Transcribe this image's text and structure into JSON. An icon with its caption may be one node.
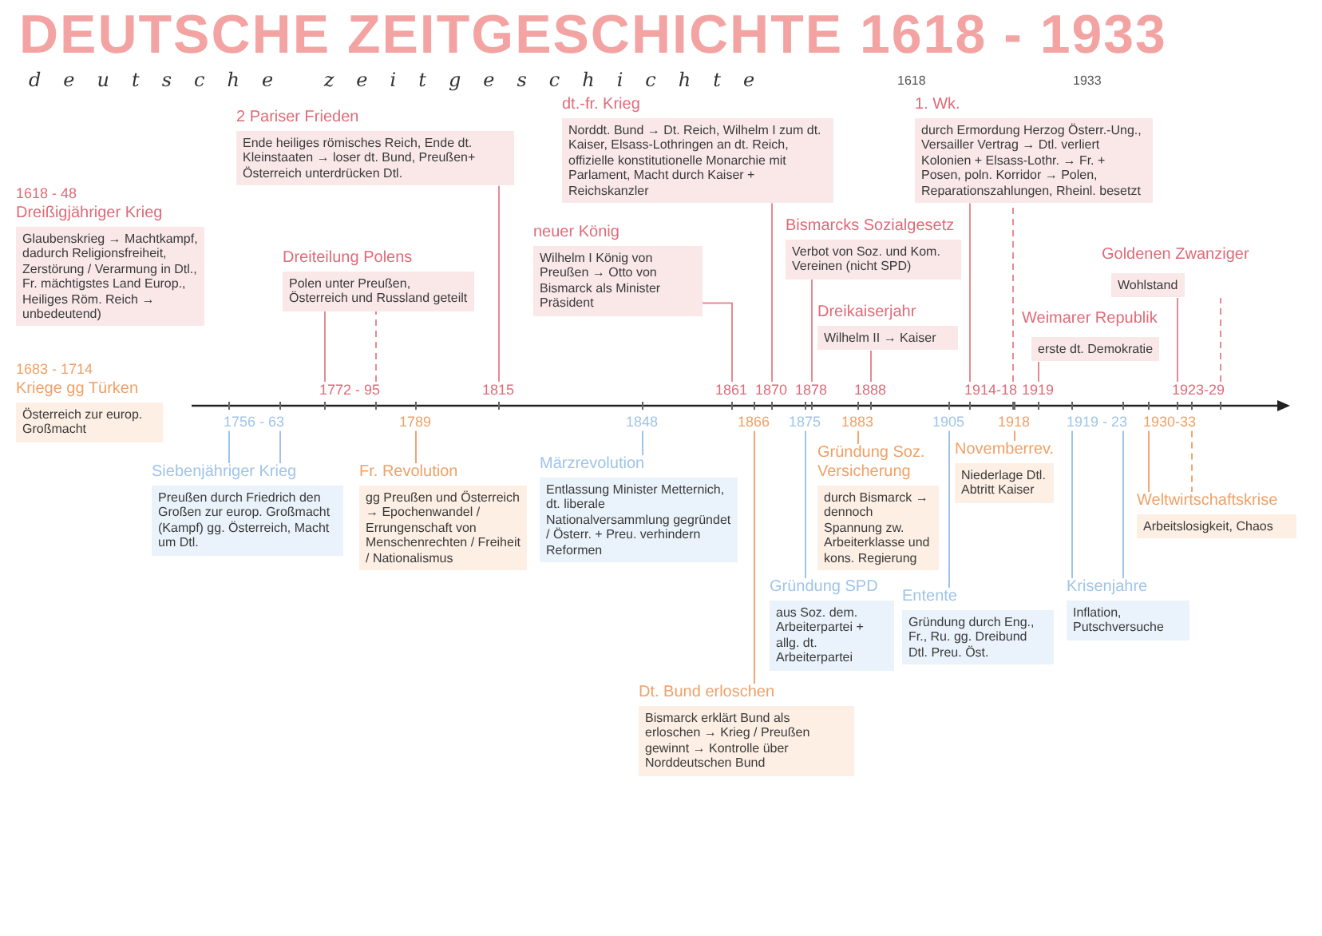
{
  "diagram": {
    "title": "DEUTSCHE ZEITGESCHICHTE 1618 - 1933",
    "nodes": [
      {
        "text": [
          "1618 - 48",
          "Dreißigjähriger Krieg",
          "Glaubenskrieg → Machtkampf, dadurch Religionsfreiheit, Zerstörung / Verarmung in Dtl., Fr. mächtigstes Land Europ., Heiliges Röm. Reich → unbedeutend)"
        ]
      },
      {
        "text": [
          "2 Pariser Frieden",
          "Ende heiliges römisches Reich, Ende dt. Kleinstaaten → loser dt. Bund, Preußen+ Österreich unterdrücken Dtl."
        ]
      },
      {
        "text": [
          "Dreiteilung Polens",
          "Polen unter Preußen, Österreich und Russland geteilt"
        ]
      },
      {
        "text": [
          "1683 - 1714",
          "Kriege gg Türken",
          "Österreich zur europ. Großmacht"
        ]
      },
      {
        "text": [
          "dt.-fr. Krieg",
          "Norddt. Bund → Dt. Reich, Wilhelm I zum dt. Kaiser, Elsass-Lothringen an dt. Reich, offizielle konstitutionelle Monarchie mit Parlament, Macht durch Kaiser + Reichskanzler"
        ]
      },
      {
        "text": [
          "neuer König",
          "Wilhelm I König von Preußen → Otto von Bismarck als Minister Präsident"
        ]
      },
      {
        "text": [
          "Bismarcks Sozialgesetz",
          "Verbot von Soz. und Kom. Vereinen (nicht SPD)"
        ]
      },
      {
        "text": [
          "Dreikaiserjahr",
          "Wilhelm II → Kaiser"
        ]
      },
      {
        "text": [
          "1. Wk.",
          "durch Ermordung Herzog Österr.-Ung., Versailler Vertrag → Dtl. verliert Kolonien + Elsass-Lothr. → Fr. + Posen, poln. Korridor → Polen, Reparationszahlungen, Rheinl. besetzt"
        ]
      },
      {
        "text": [
          "Goldenen Zwanziger",
          "Wohlstand"
        ]
      },
      {
        "text": [
          "Weimarer Republik",
          "erste dt. Demokratie"
        ]
      },
      {
        "text": [
          "1772 - 95"
        ]
      },
      {
        "text": [
          "1815"
        ]
      },
      {
        "text": [
          "1861"
        ]
      },
      {
        "text": [
          "1870"
        ]
      },
      {
        "text": [
          "1878"
        ]
      },
      {
        "text": [
          "1888"
        ]
      },
      {
        "text": [
          "1914-18"
        ]
      },
      {
        "text": [
          "1919"
        ]
      },
      {
        "text": [
          "1923-29"
        ]
      },
      {
        "text": [
          "1756 - 63"
        ]
      },
      {
        "text": [
          "1789"
        ]
      },
      {
        "text": [
          "1848"
        ]
      },
      {
        "text": [
          "1866"
        ]
      },
      {
        "text": [
          "1875"
        ]
      },
      {
        "text": [
          "1883"
        ]
      },
      {
        "text": [
          "1905"
        ]
      },
      {
        "text": [
          "1918"
        ]
      },
      {
        "text": [
          "1919 - 23"
        ]
      },
      {
        "text": [
          "1930-33"
        ]
      },
      {
        "text": [
          "Siebenjähriger Krieg",
          "Preußen durch Friedrich den Großen zur europ. Großmacht (Kampf) gg. Österreich, Macht um Dtl."
        ]
      },
      {
        "text": [
          "Fr. Revolution",
          "gg Preußen und Österreich → Epochenwandel / Errungenschaft von Menschenrechten / Freiheit / Nationalismus"
        ]
      },
      {
        "text": [
          "Märzrevolution",
          "Entlassung Minister Metternich, dt. liberale Nationalversammlung gegründet / Österr. + Preu. verhindern Reformen"
        ]
      },
      {
        "text": [
          "Gründung SPD",
          "aus Soz. dem. Arbeiterpartei + allg. dt. Arbeiterpartei"
        ]
      },
      {
        "text": [
          "Dt. Bund erloschen",
          "Bismarck erklärt Bund als erloschen → Krieg / Preußen gewinnt → Kontrolle über Norddeutschen Bund"
        ]
      },
      {
        "text": [
          "Gründung Soz. Versicherung",
          "durch Bismarck → dennoch Spannung zw. Arbeiterklasse und kons. Regierung"
        ]
      },
      {
        "text": [
          "Entente",
          "Gründung durch Eng., Fr., Ru. gg. Dreibund Dtl. Preu. Öst."
        ]
      },
      {
        "text": [
          "Novemberrev.",
          "Niederlage Dtl. Abtritt Kaiser"
        ]
      },
      {
        "text": [
          "Krisenjahre",
          "Inflation, Putschversuche"
        ]
      },
      {
        "text": [
          "Weltwirtschaftskrise",
          "Arbeitslosigkeit, Chaos"
        ]
      }
    ],
    "edges": [
      {
        "from": 11,
        "to": 2,
        "arrow": "none"
      },
      {
        "from": 11,
        "to": 2,
        "arrow": "none",
        "style": "dashed"
      },
      {
        "from": 12,
        "to": 1,
        "arrow": "none"
      },
      {
        "from": 13,
        "to": 5,
        "arrow": "none"
      },
      {
        "from": 14,
        "to": 4,
        "arrow": "none"
      },
      {
        "from": 15,
        "to": 6,
        "arrow": "none"
      },
      {
        "from": 16,
        "to": 7,
        "arrow": "none"
      },
      {
        "from": 17,
        "to": 8,
        "arrow": "none"
      },
      {
        "from": 17,
        "to": 8,
        "arrow": "none",
        "style": "dashed"
      },
      {
        "from": 18,
        "to": 10,
        "arrow": "none"
      },
      {
        "from": 19,
        "to": 9,
        "arrow": "none"
      },
      {
        "from": 19,
        "to": 9,
        "arrow": "none",
        "style": "dashed"
      },
      {
        "from": 20,
        "to": 30,
        "arrow": "none",
        "color": "#9fc4e8"
      },
      {
        "from": 20,
        "to": 30,
        "arrow": "none",
        "color": "#9fc4e8"
      },
      {
        "from": 21,
        "to": 31,
        "arrow": "none",
        "color": "#f2a56e"
      },
      {
        "from": 22,
        "to": 32,
        "arrow": "none",
        "color": "#9fc4e8"
      },
      {
        "from": 23,
        "to": 34,
        "arrow": "none",
        "color": "#f2a56e"
      },
      {
        "from": 24,
        "to": 33,
        "arrow": "none",
        "color": "#9fc4e8"
      },
      {
        "from": 25,
        "to": 35,
        "arrow": "none",
        "color": "#f2a56e"
      },
      {
        "from": 26,
        "to": 36,
        "arrow": "none",
        "color": "#9fc4e8"
      },
      {
        "from": 27,
        "to": 37,
        "arrow": "none",
        "color": "#f2a56e"
      },
      {
        "from": 28,
        "to": 38,
        "arrow": "none",
        "color": "#9fc4e8"
      },
      {
        "from": 28,
        "to": 38,
        "arrow": "none",
        "color": "#9fc4e8"
      },
      {
        "from": 29,
        "to": 39,
        "arrow": "none",
        "color": "#f2a56e"
      },
      {
        "from": 29,
        "to": 39,
        "arrow": "none",
        "color": "#f2a56e",
        "style": "dashed"
      }
    ],
    "labels": [
      "deutsche zeitgeschichte",
      "1618",
      "1933"
    ]
  }
}
